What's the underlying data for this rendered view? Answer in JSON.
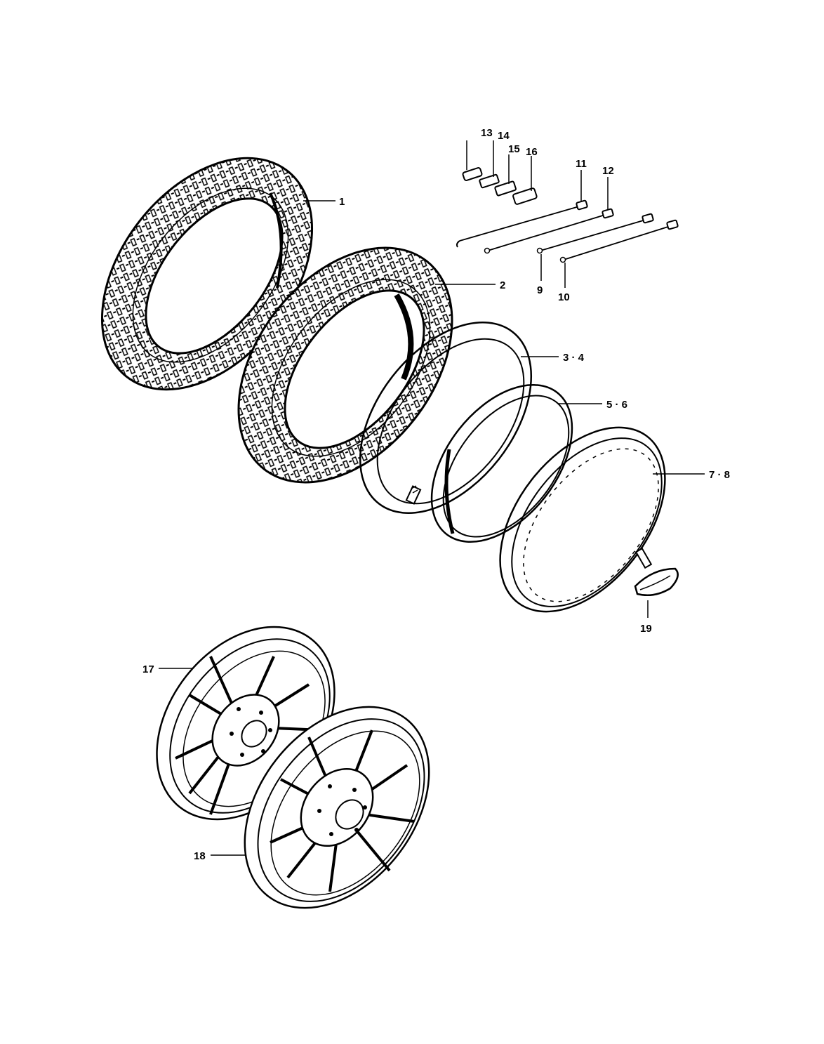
{
  "labels": {
    "p1": "1",
    "p2": "2",
    "p3_4": "3 · 4",
    "p5_6": "5 · 6",
    "p7_8": "7 · 8",
    "p9": "9",
    "p10": "10",
    "p11": "11",
    "p12": "12",
    "p13": "13",
    "p14": "14",
    "p15": "15",
    "p16": "16",
    "p17": "17",
    "p18": "18",
    "p19": "19"
  },
  "colors": {
    "ink": "#000000",
    "paper": "#ffffff"
  }
}
